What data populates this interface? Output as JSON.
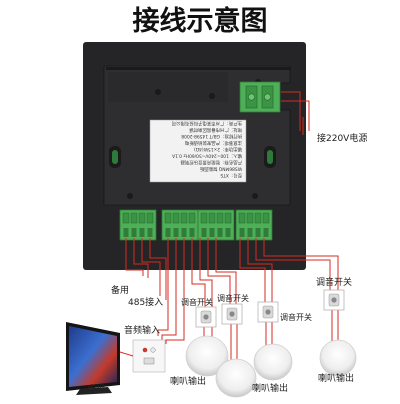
{
  "title": "接线示意图",
  "colors": {
    "wire": "#d62b22",
    "terminal": "#4fae58",
    "panel": "#252527",
    "background": "#ffffff"
  },
  "device": {
    "sticker_text": [
      "型号：XTS",
      "WS86MNQ 智能面板",
      "产品名称：智能背景音乐控制器",
      "输入：100~240V~50/60Hz 0.1A",
      "输出功率：2×15W(4Ω)",
      "注意事项：产品安装前请断电",
      "执行标准：GB/T 14598-2008",
      "地址：广州市番禺区南村镇",
      "生产商：广州市某电子科技有限公司"
    ],
    "icons": [
      "terminal-block-icon"
    ]
  },
  "labels": {
    "power": "接220V电源",
    "backup": "备用",
    "rs485": "485接入",
    "audio_in": "音频输入",
    "tv": "电视",
    "volume_switch_1": "调音开关",
    "volume_switch_2": "调音开关",
    "volume_switch_3": "调音开关",
    "speaker_out_1": "喇叭输出",
    "speaker_out_2": "喇叭输出",
    "speaker_out_3": "喇叭输出"
  }
}
